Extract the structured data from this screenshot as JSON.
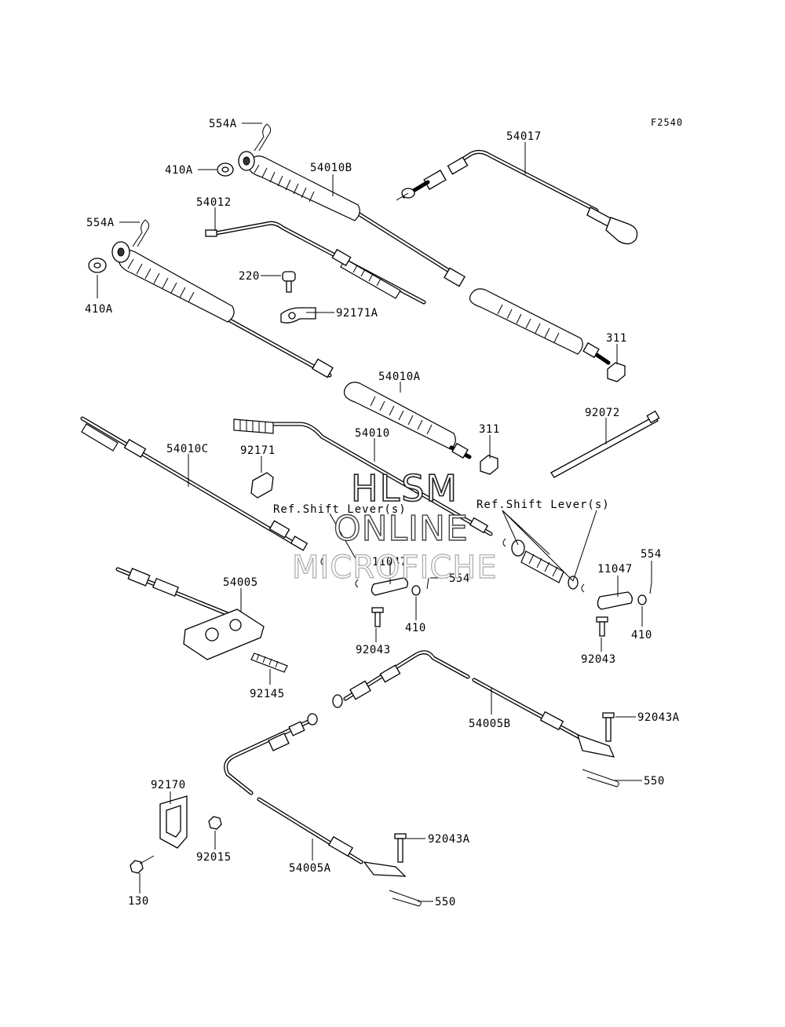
{
  "figure_code": "F2540",
  "watermark": {
    "line1": "HLSM",
    "line2": "ONLINE",
    "line3": "MICROFICHE"
  },
  "references": {
    "left": "Ref.Shift Lever(s)",
    "right": "Ref.Shift Lever(s)"
  },
  "part_labels": {
    "p554A_top": "554A",
    "p410A_top": "410A",
    "p54010B": "54010B",
    "p54017": "54017",
    "p54012": "54012",
    "p554A_mid": "554A",
    "p220": "220",
    "p410A_mid": "410A",
    "p92171A": "92171A",
    "p311_top": "311",
    "p54010A": "54010A",
    "p311_mid": "311",
    "p54010C": "54010C",
    "p54010": "54010",
    "p92171": "92171",
    "p92072": "92072",
    "p11047_left": "11047",
    "p554_left": "554",
    "p54005": "54005",
    "p410_left": "410",
    "p92043_left": "92043",
    "p554_right": "554",
    "p11047_right": "11047",
    "p410_right": "410",
    "p92043_right": "92043",
    "p92145": "92145",
    "p54005B": "54005B",
    "p92043A_top": "92043A",
    "p550_top": "550",
    "p92170": "92170",
    "p92015": "92015",
    "p130": "130",
    "p54005A": "54005A",
    "p92043A_bottom": "92043A",
    "p550_bottom": "550"
  }
}
